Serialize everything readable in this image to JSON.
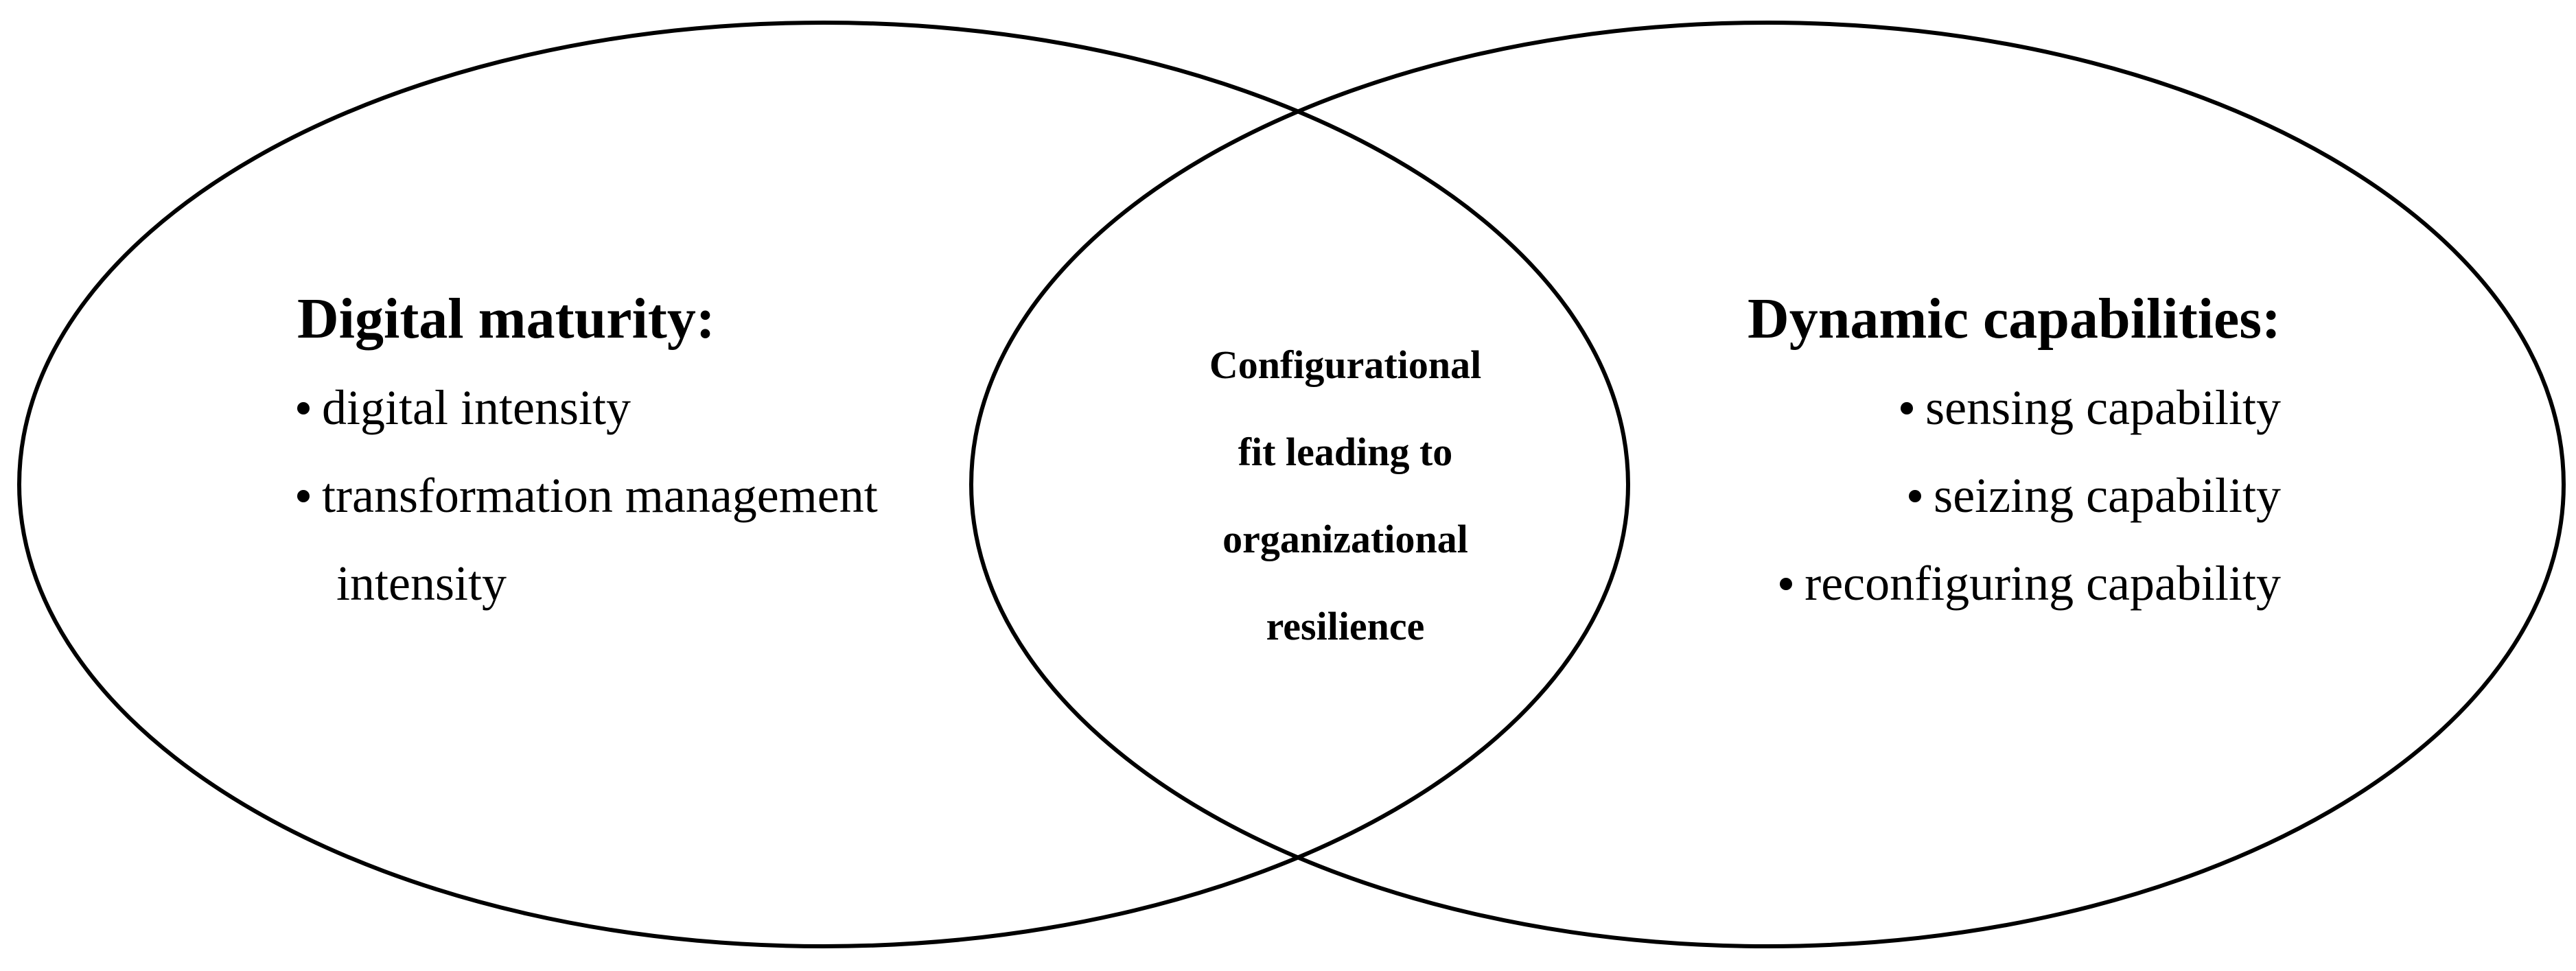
{
  "diagram": {
    "left": {
      "heading": "Digital maturity:",
      "items": [
        "digital intensity",
        "transformation management",
        "intensity"
      ]
    },
    "right": {
      "heading": "Dynamic capabilities:",
      "items": [
        "sensing capability",
        "seizing capability",
        "reconfiguring capability"
      ]
    },
    "center": {
      "lines": [
        "Configurational",
        "fit leading to",
        "organizational",
        "resilience"
      ]
    },
    "colors": {
      "stroke": "#000000",
      "text": "#000000",
      "background": "#ffffff"
    }
  }
}
